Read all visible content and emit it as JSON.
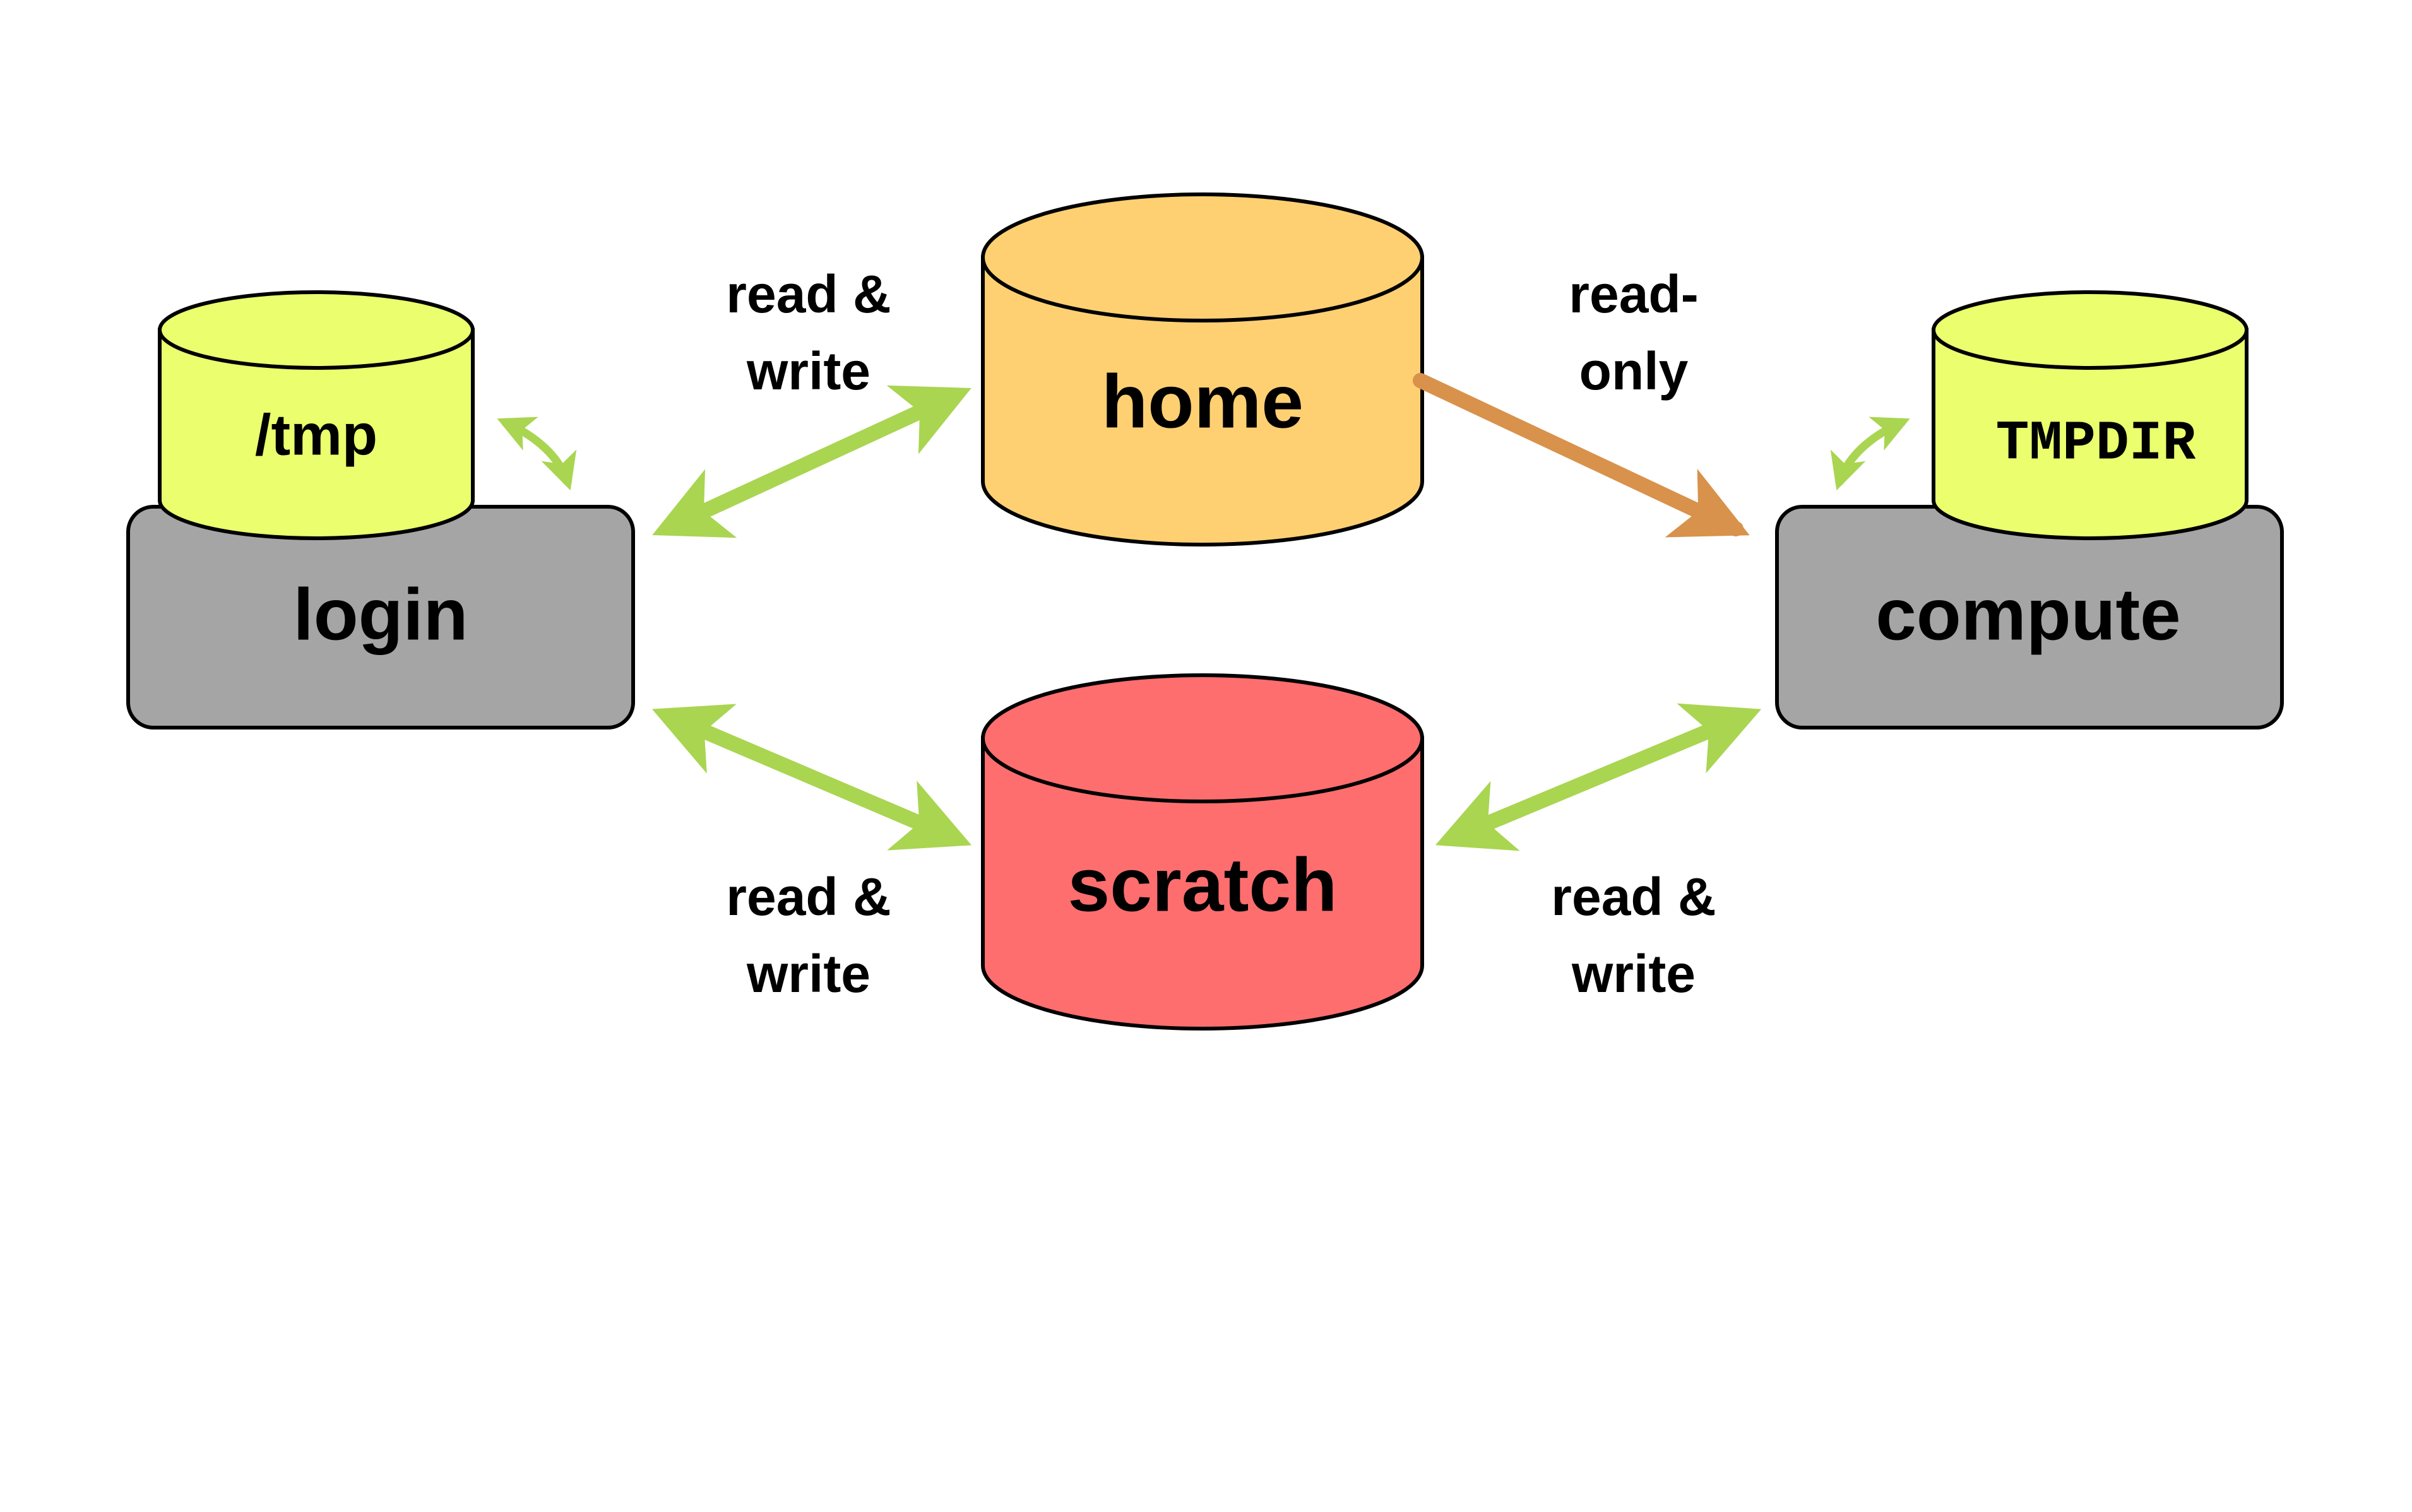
{
  "colors": {
    "home": "#fed072",
    "scratch": "#fe6e6e",
    "tmp": "#ebfe6e",
    "node_box": "#a5a5a5",
    "rw_arrow": "#a9d551",
    "ro_arrow": "#d8924b"
  },
  "nodes": {
    "login": "login",
    "compute": "compute",
    "home": "home",
    "scratch": "scratch",
    "tmp": "/tmp",
    "tmpdir": "TMPDIR"
  },
  "edges": {
    "login_home": {
      "line1": "read &",
      "line2": "write"
    },
    "home_compute": {
      "line1": "read-",
      "line2": "only"
    },
    "login_scratch": {
      "line1": "read &",
      "line2": "write"
    },
    "scratch_compute": {
      "line1": "read &",
      "line2": "write"
    }
  }
}
